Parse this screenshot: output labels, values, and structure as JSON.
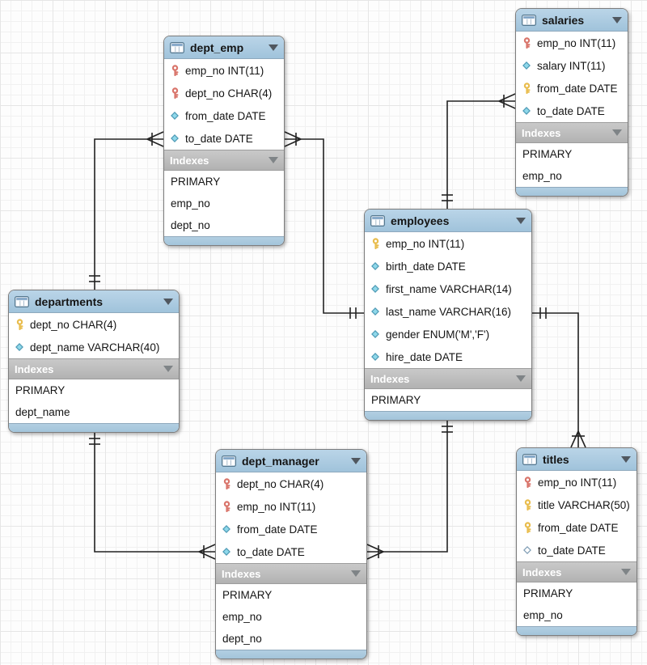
{
  "diagram": {
    "tool": "EER diagram",
    "colors": {
      "table_header_blue": "#a7c8de",
      "indexes_bar_gray": "#bdbdbd",
      "connector_black": "#222222",
      "key_yellow": "#e9bd4e",
      "key_red": "#d9756b",
      "diamond_cyan": "#8fd8ea",
      "grid_line": "#ededed"
    },
    "tables": [
      {
        "name": "dept_emp",
        "columns": [
          {
            "icon": "key-red",
            "text": "emp_no INT(11)"
          },
          {
            "icon": "key-red",
            "text": "dept_no CHAR(4)"
          },
          {
            "icon": "diamond",
            "text": "from_date DATE"
          },
          {
            "icon": "diamond",
            "text": "to_date DATE"
          }
        ],
        "indexes_label": "Indexes",
        "indexes": [
          "PRIMARY",
          "emp_no",
          "dept_no"
        ]
      },
      {
        "name": "salaries",
        "columns": [
          {
            "icon": "key-red",
            "text": "emp_no INT(11)"
          },
          {
            "icon": "diamond",
            "text": "salary INT(11)"
          },
          {
            "icon": "key-yellow",
            "text": "from_date DATE"
          },
          {
            "icon": "diamond",
            "text": "to_date DATE"
          }
        ],
        "indexes_label": "Indexes",
        "indexes": [
          "PRIMARY",
          "emp_no"
        ]
      },
      {
        "name": "employees",
        "columns": [
          {
            "icon": "key-yellow",
            "text": "emp_no INT(11)"
          },
          {
            "icon": "diamond",
            "text": "birth_date DATE"
          },
          {
            "icon": "diamond",
            "text": "first_name VARCHAR(14)"
          },
          {
            "icon": "diamond",
            "text": "last_name VARCHAR(16)"
          },
          {
            "icon": "diamond",
            "text": "gender ENUM('M','F')"
          },
          {
            "icon": "diamond",
            "text": "hire_date DATE"
          }
        ],
        "indexes_label": "Indexes",
        "indexes": [
          "PRIMARY"
        ]
      },
      {
        "name": "departments",
        "columns": [
          {
            "icon": "key-yellow",
            "text": "dept_no CHAR(4)"
          },
          {
            "icon": "diamond",
            "text": "dept_name VARCHAR(40)"
          }
        ],
        "indexes_label": "Indexes",
        "indexes": [
          "PRIMARY",
          "dept_name"
        ]
      },
      {
        "name": "dept_manager",
        "columns": [
          {
            "icon": "key-red",
            "text": "dept_no CHAR(4)"
          },
          {
            "icon": "key-red",
            "text": "emp_no INT(11)"
          },
          {
            "icon": "diamond",
            "text": "from_date DATE"
          },
          {
            "icon": "diamond",
            "text": "to_date DATE"
          }
        ],
        "indexes_label": "Indexes",
        "indexes": [
          "PRIMARY",
          "emp_no",
          "dept_no"
        ]
      },
      {
        "name": "titles",
        "columns": [
          {
            "icon": "key-red",
            "text": "emp_no INT(11)"
          },
          {
            "icon": "key-yellow",
            "text": "title VARCHAR(50)"
          },
          {
            "icon": "key-yellow",
            "text": "from_date DATE"
          },
          {
            "icon": "diamond-open",
            "text": "to_date DATE"
          }
        ],
        "indexes_label": "Indexes",
        "indexes": [
          "PRIMARY",
          "emp_no"
        ]
      }
    ],
    "relationships": [
      {
        "from": "dept_emp",
        "from_cardinality": "many",
        "to": "departments",
        "to_cardinality": "one",
        "notation": "crow-foot"
      },
      {
        "from": "dept_emp",
        "from_cardinality": "many",
        "to": "employees",
        "to_cardinality": "one",
        "notation": "crow-foot"
      },
      {
        "from": "salaries",
        "from_cardinality": "many",
        "to": "employees",
        "to_cardinality": "one",
        "notation": "crow-foot"
      },
      {
        "from": "titles",
        "from_cardinality": "many",
        "to": "employees",
        "to_cardinality": "one",
        "notation": "crow-foot"
      },
      {
        "from": "dept_manager",
        "from_cardinality": "many",
        "to": "employees",
        "to_cardinality": "one",
        "notation": "crow-foot"
      },
      {
        "from": "dept_manager",
        "from_cardinality": "many",
        "to": "departments",
        "to_cardinality": "one",
        "notation": "crow-foot"
      }
    ]
  }
}
